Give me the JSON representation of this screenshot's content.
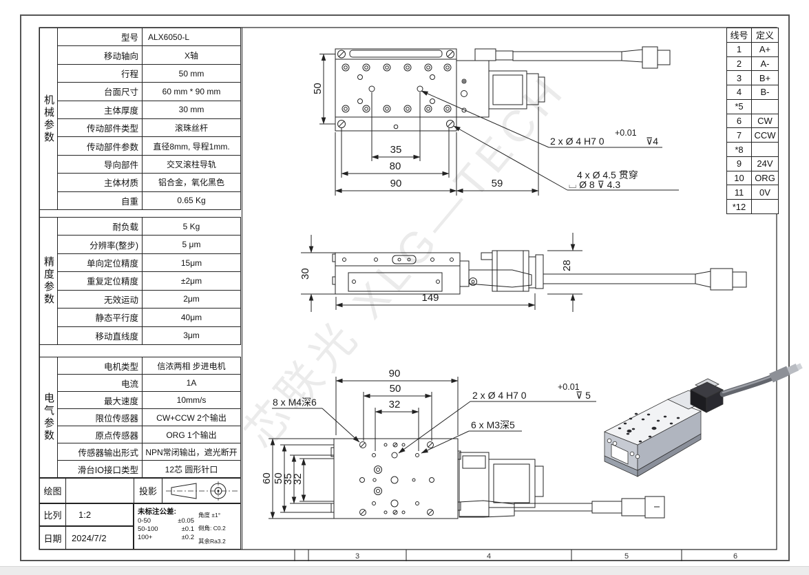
{
  "sheet": {
    "watermark": "芯联光 XLG—TECH",
    "zones": [
      "3",
      "4",
      "5",
      "6"
    ],
    "colors": {
      "line": "#1a1a1a",
      "watermark": "#dcdcdc",
      "background": "#ffffff"
    }
  },
  "mech_table": {
    "group": "机械参数",
    "rows": [
      {
        "label": "型号",
        "value": "ALX6050-L"
      },
      {
        "label": "移动轴向",
        "value": "X轴"
      },
      {
        "label": "行程",
        "value": "50 mm"
      },
      {
        "label": "台面尺寸",
        "value": "60 mm * 90 mm"
      },
      {
        "label": "主体厚度",
        "value": "30 mm"
      },
      {
        "label": "传动部件类型",
        "value": "滚珠丝杆"
      },
      {
        "label": "传动部件参数",
        "value": "直径8mm, 导程1mm."
      },
      {
        "label": "导向部件",
        "value": "交叉滚柱导轨"
      },
      {
        "label": "主体材质",
        "value": "铝合金，氧化黑色"
      },
      {
        "label": "自重",
        "value": "0.65 Kg"
      }
    ]
  },
  "precision_table": {
    "group": "精度参数",
    "rows": [
      {
        "label": "耐负载",
        "value": "5 Kg"
      },
      {
        "label": "分辨率(整步)",
        "value": "5 μm"
      },
      {
        "label": "单向定位精度",
        "value": "15μm"
      },
      {
        "label": "重复定位精度",
        "value": "±2μm"
      },
      {
        "label": "无效运动",
        "value": "2μm"
      },
      {
        "label": "静态平行度",
        "value": "40μm"
      },
      {
        "label": "移动直线度",
        "value": "3μm"
      }
    ]
  },
  "electrical_table": {
    "group": "电气参数",
    "rows": [
      {
        "label": "电机类型",
        "value": "信浓两相 步进电机"
      },
      {
        "label": "电流",
        "value": "1A"
      },
      {
        "label": "最大速度",
        "value": "10mm/s"
      },
      {
        "label": "限位传感器",
        "value": "CW+CCW 2个输出"
      },
      {
        "label": "原点传感器",
        "value": "ORG 1个输出"
      },
      {
        "label": "传感器输出形式",
        "value": "NPN常闭输出，遮光断开"
      },
      {
        "label": "滑台IO接口类型",
        "value": "12芯 圆形针口"
      }
    ]
  },
  "title_block": {
    "draw_label": "绘图",
    "draw_value": "",
    "projection_label": "投影",
    "scale_label": "比列",
    "scale_value": "1:2",
    "date_label": "日期",
    "date_value": "2024/7/2",
    "tol_title": "未标注公差:",
    "tol_rows": [
      {
        "range": "0-50",
        "value": "±0.05"
      },
      {
        "range": "50-100",
        "value": "±0.1"
      },
      {
        "range": "100+",
        "value": "±0.2"
      }
    ],
    "angle_note": "角度 ±1°",
    "chamfer_note": "倒角: C0.2",
    "surface_note": "其余Ra3.2"
  },
  "wire_table": {
    "headers": {
      "no": "线号",
      "def": "定义"
    },
    "rows": [
      {
        "no": "1",
        "def": "A+"
      },
      {
        "no": "2",
        "def": "A-"
      },
      {
        "no": "3",
        "def": "B+"
      },
      {
        "no": "4",
        "def": "B-"
      },
      {
        "no": "*5",
        "def": ""
      },
      {
        "no": "6",
        "def": "CW"
      },
      {
        "no": "7",
        "def": "CCW"
      },
      {
        "no": "*8",
        "def": ""
      },
      {
        "no": "9",
        "def": "24V"
      },
      {
        "no": "10",
        "def": "ORG"
      },
      {
        "no": "11",
        "def": "0V"
      },
      {
        "no": "*12",
        "def": ""
      }
    ]
  },
  "top_view": {
    "dims": {
      "height": "50",
      "pin_spacing": "35",
      "screw_spacing": "80",
      "width": "90",
      "motor_len": "59"
    },
    "note1_sup": "+0.01",
    "note1_main": "2 x Ø 4 H7  0",
    "note1_depth": "⊽4",
    "note2_line1": "4 x Ø 4.5 贯穿",
    "note2_line2": "⌴ Ø 8 ⊽ 4.3"
  },
  "side_view": {
    "dims": {
      "height": "30",
      "length": "149",
      "motor_height": "28"
    }
  },
  "bottom_view": {
    "dims": {
      "width": "90",
      "w2": "50",
      "w3": "32",
      "height": "60",
      "h2": "50",
      "h3": "35",
      "h4": "32"
    },
    "note_m4": "8 x  M4深6",
    "note_pin_sup": "+0.01",
    "note_pin_main": "2 x Ø 4 H7  0",
    "note_pin_depth": "⊽ 5",
    "note_m3": "6 x  M3深5"
  }
}
